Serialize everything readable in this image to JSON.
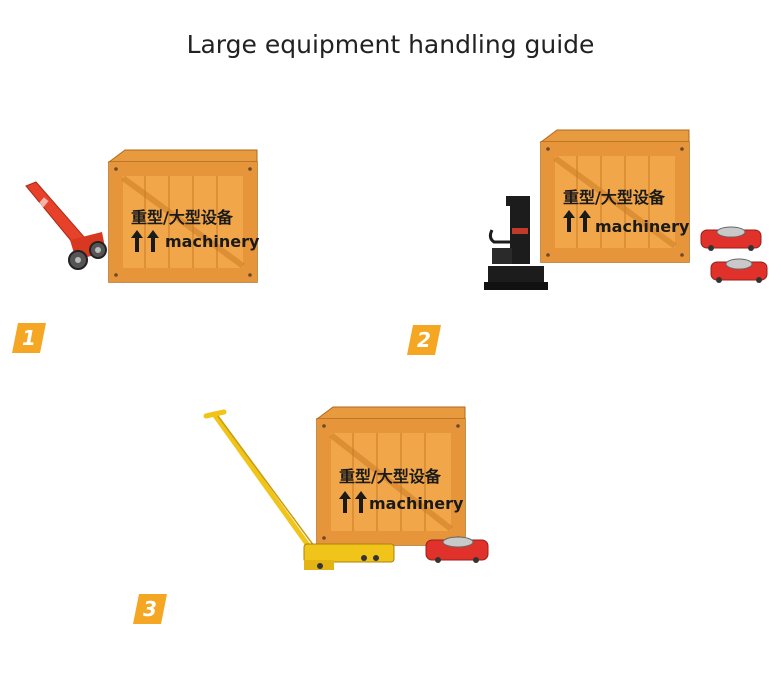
{
  "title": "Large equipment handling guide",
  "crate": {
    "label_cn": "重型/大型设备",
    "label_en": "machinery"
  },
  "steps": [
    {
      "number": "1",
      "tool": "lever-bar-roller"
    },
    {
      "number": "2",
      "tool": "hydraulic-jack-and-skates"
    },
    {
      "number": "3",
      "tool": "steering-handle-skate"
    }
  ],
  "colors": {
    "crate": "#f2a64a",
    "crate_dark": "#c97a22",
    "badge": "#f5a623",
    "lever_red": "#e8412a",
    "skate_red": "#e0312a",
    "handle_yellow": "#f0c419",
    "jack_black": "#1c1c1c"
  }
}
